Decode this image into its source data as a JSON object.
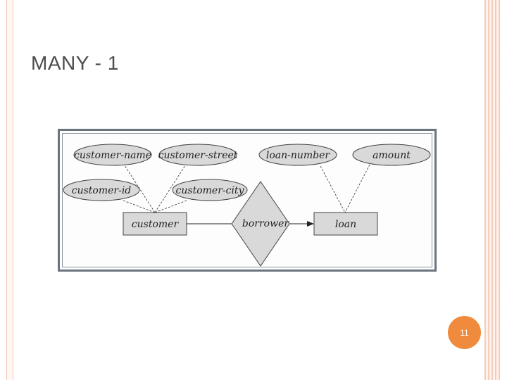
{
  "slide": {
    "title": "MANY - 1",
    "page_number": "11"
  },
  "diagram": {
    "attributes": {
      "customer_name": "customer-name",
      "customer_street": "customer-street",
      "customer_id": "customer-id",
      "customer_city": "customer-city",
      "loan_number": "loan-number",
      "amount": "amount"
    },
    "entities": {
      "customer": "customer",
      "loan": "loan"
    },
    "relationship": "borrower"
  },
  "colors": {
    "title": "#4d4d4d",
    "accent": "#f08a3c",
    "frame": "#f1c7b4",
    "shape_fill": "#d9d9d9"
  }
}
